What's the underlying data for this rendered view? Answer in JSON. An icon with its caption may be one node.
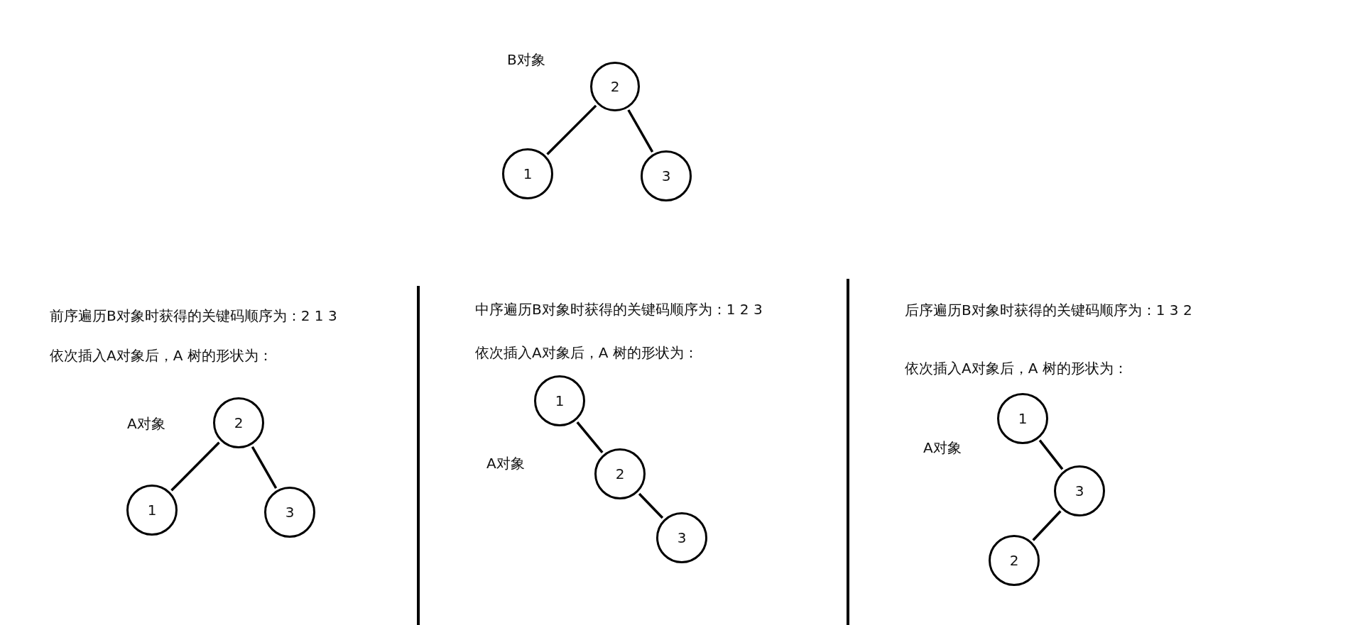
{
  "diagram": {
    "nodes": [
      {
        "text": [
          "2"
        ]
      },
      {
        "text": [
          "1"
        ]
      },
      {
        "text": [
          "3"
        ]
      },
      {
        "text": [
          "2"
        ]
      },
      {
        "text": [
          "1"
        ]
      },
      {
        "text": [
          "3"
        ]
      },
      {
        "text": [
          "1"
        ]
      },
      {
        "text": [
          "2"
        ]
      },
      {
        "text": [
          "3"
        ]
      },
      {
        "text": [
          "1"
        ]
      },
      {
        "text": [
          "3"
        ]
      },
      {
        "text": [
          "2"
        ]
      }
    ],
    "edges": [
      {
        "from": 0,
        "to": 1,
        "arrow": "none"
      },
      {
        "from": 0,
        "to": 2,
        "arrow": "none"
      },
      {
        "from": 3,
        "to": 4,
        "arrow": "none"
      },
      {
        "from": 3,
        "to": 5,
        "arrow": "none"
      },
      {
        "from": 6,
        "to": 7,
        "arrow": "none"
      },
      {
        "from": 7,
        "to": 8,
        "arrow": "none"
      },
      {
        "from": 9,
        "to": 10,
        "arrow": "none"
      },
      {
        "from": 10,
        "to": 11,
        "arrow": "none"
      }
    ],
    "labels": [
      "B对象",
      "前序遍历B对象时获得的关键码顺序为：2 1 3",
      "依次插入A对象后，A 树的形状为：",
      "A对象",
      "中序遍历B对象时获得的关键码顺序为：1 2 3",
      "依次插入A对象后，A 树的形状为：",
      "A对象",
      "后序遍历B对象时获得的关键码顺序为：1 3 2",
      "依次插入A对象后，A 树的形状为：",
      "A对象"
    ]
  }
}
